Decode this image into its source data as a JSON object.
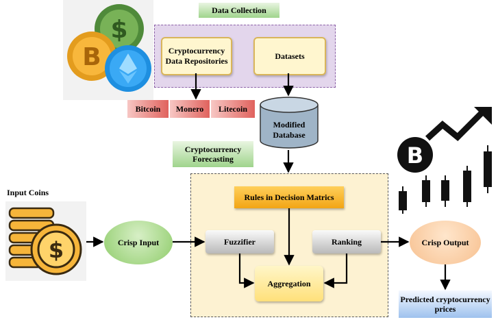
{
  "data_collection": {
    "title": "Data Collection",
    "repositories": "Cryptocurrency Data Repositories",
    "datasets": "Datasets",
    "coins": [
      "Bitcoin",
      "Monero",
      "Litecoin"
    ],
    "database": "Modified Database"
  },
  "forecasting": {
    "title": "Cryptocurrency Forecasting",
    "rules": "Rules in Decision Matrics",
    "fuzzifier": "Fuzzifier",
    "ranking": "Ranking",
    "aggregation": "Aggregation"
  },
  "input": {
    "label": "Input Coins",
    "crisp_input": "Crisp Input"
  },
  "output": {
    "crisp_output": "Crisp Output",
    "predicted": "Predicted cryptocurrency prices"
  },
  "icons": [
    "dollar-coin-icon",
    "bitcoin-coin-icon",
    "ethereum-coin-icon",
    "coin-stack-icon",
    "bitcoin-icon",
    "trend-arrow-icon",
    "candlestick-icon"
  ],
  "colors": {
    "green_header": "#9fd48c",
    "purple_panel": "#e3d6ec",
    "forecast_panel": "#fdf2d2",
    "coin_tag": "#e0625d",
    "database": "#9fb4c7",
    "orange_box": "#f2a515",
    "crisp_input": "#8fcc6a",
    "crisp_output": "#f7c08f",
    "predicted_box": "#9ec2ee"
  }
}
